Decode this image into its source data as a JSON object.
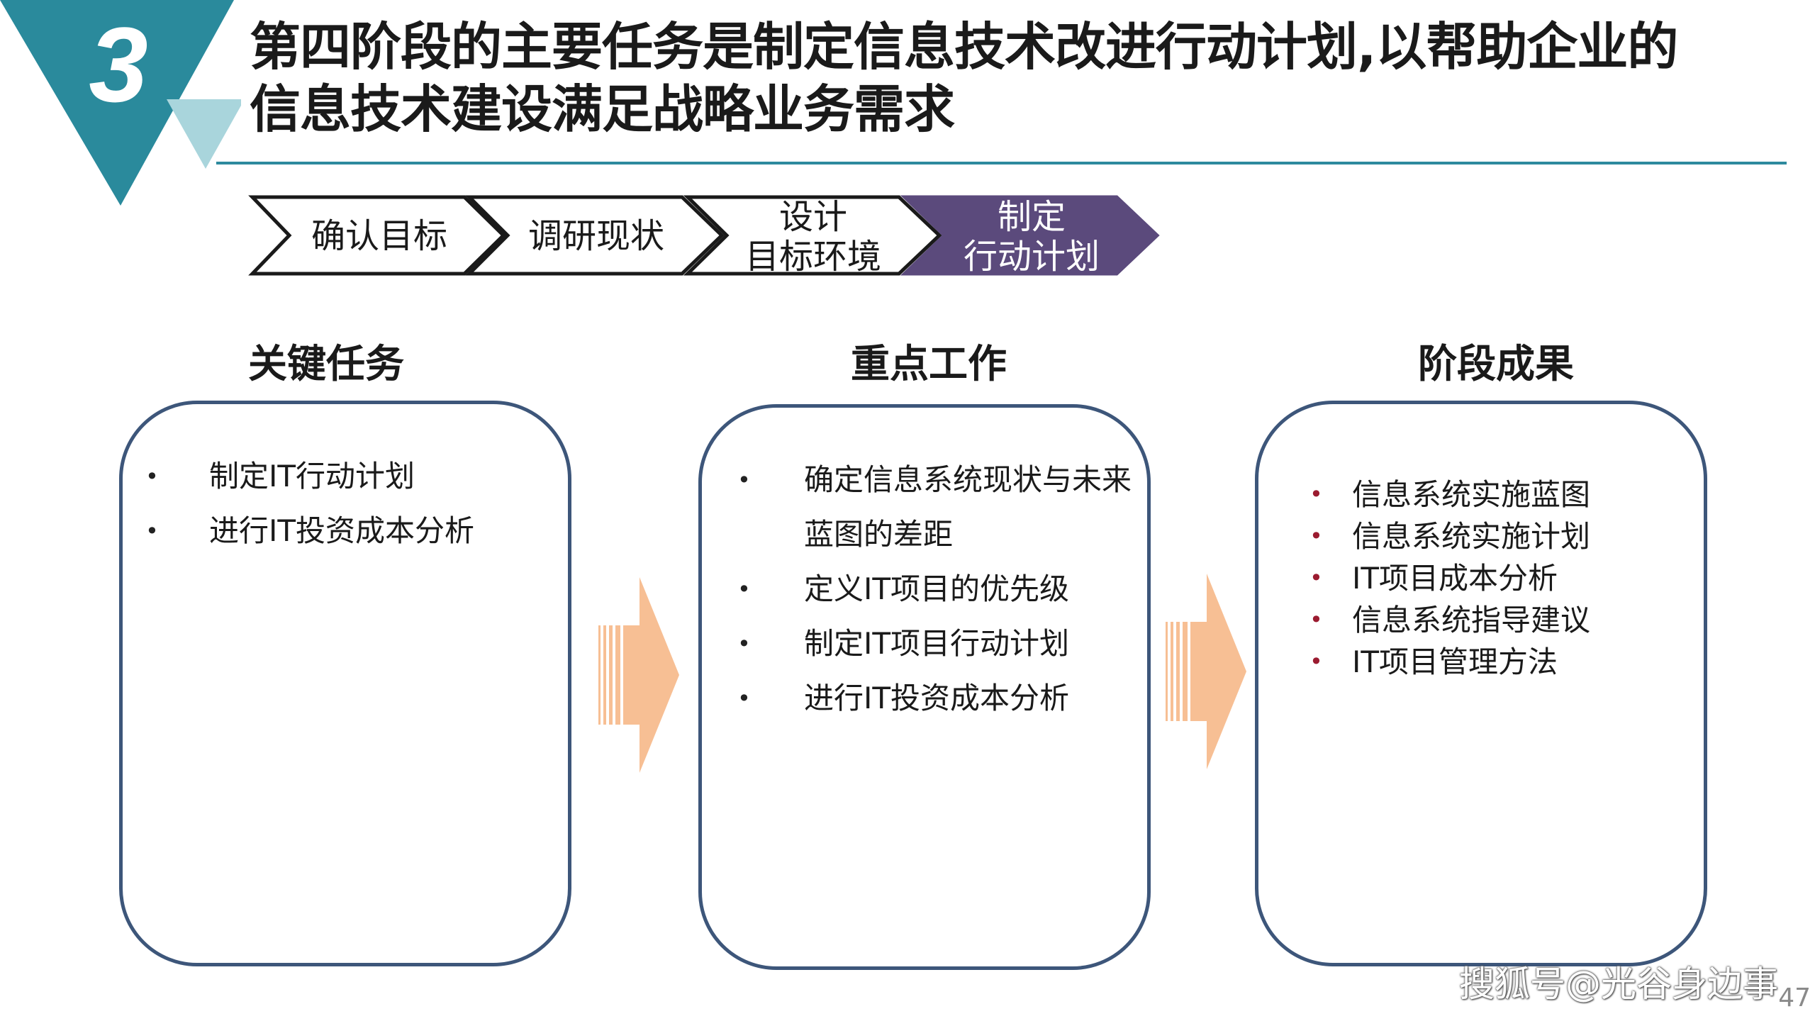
{
  "header": {
    "step_number": "3",
    "title_line1": "第四阶段的主要任务是制定信息技术改进行动计划,以帮助企业的",
    "title_line2": "信息技术建设满足战略业务需求"
  },
  "process_steps": [
    {
      "label_line1": "确认目标",
      "label_line2": "",
      "active": false
    },
    {
      "label_line1": "调研现状",
      "label_line2": "",
      "active": false
    },
    {
      "label_line1": "设计",
      "label_line2": "目标环境",
      "active": false
    },
    {
      "label_line1": "制定",
      "label_line2": "行动计划",
      "active": true
    }
  ],
  "columns": {
    "key_tasks": {
      "heading": "关键任务",
      "items": [
        "制定IT行动计划",
        "进行IT投资成本分析"
      ]
    },
    "key_work": {
      "heading": "重点工作",
      "items": [
        "确定信息系统现状与未来",
        "蓝图的差距",
        "定义IT项目的优先级",
        "制定IT项目行动计划",
        "进行IT投资成本分析"
      ]
    },
    "deliverables": {
      "heading": "阶段成果",
      "items": [
        "信息系统实施蓝图",
        "信息系统实施计划",
        "IT项目成本分析",
        "信息系统指导建议",
        "IT项目管理方法"
      ]
    }
  },
  "footer": {
    "watermark": "搜狐号@光谷身边事",
    "page_number": "47"
  },
  "colors": {
    "teal_dark": "#2a8a9c",
    "teal_light": "#a9d5dc",
    "active_step": "#5b4a7c",
    "panel_border": "#3d567a",
    "arrow_fill": "#f7bf94",
    "bullet_red": "#9b1b30"
  }
}
